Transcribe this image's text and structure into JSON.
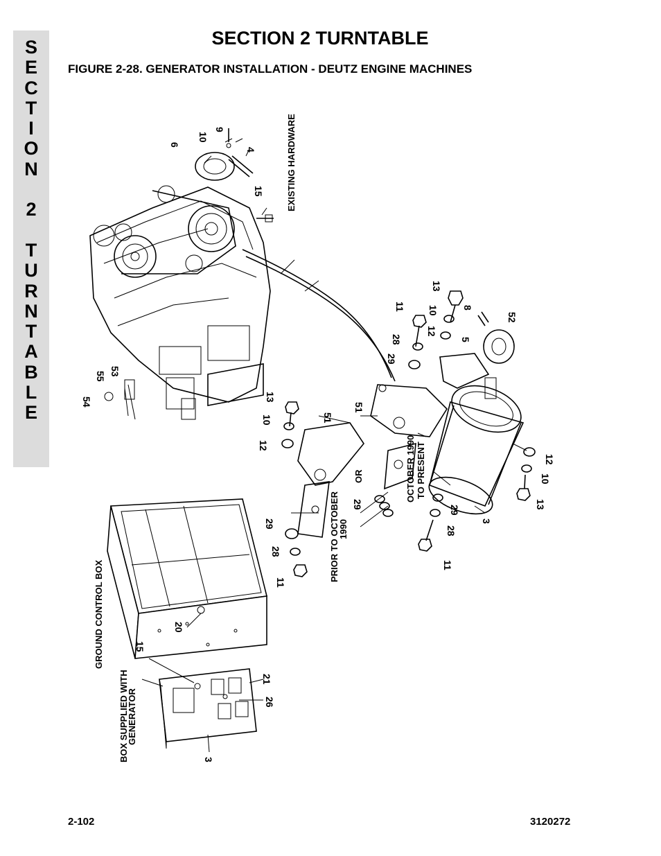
{
  "side_tab": {
    "letters": [
      "S",
      "E",
      "C",
      "T",
      "I",
      "O",
      "N",
      "",
      "2",
      "",
      "T",
      "U",
      "R",
      "N",
      "T",
      "A",
      "B",
      "L",
      "E"
    ]
  },
  "header": {
    "section_title": "SECTION 2  TURNTABLE",
    "figure_title": "FIGURE 2-28.  GENERATOR INSTALLATION - DEUTZ ENGINE MACHINES"
  },
  "diagram": {
    "labels": {
      "existing_hardware": "EXISTING HARDWARE",
      "ground_control_box": "GROUND CONTROL BOX",
      "box_supplied_line1": "BOX SUPPLIED WITH",
      "box_supplied_line2": "GENERATOR",
      "prior_line1": "PRIOR TO OCTOBER",
      "prior_line2": "1990",
      "october_line1": "OCTOBER 1990",
      "october_line2": "TO PRESENT",
      "or": "OR"
    },
    "callouts": {
      "c9": "9",
      "c10a": "10",
      "c6": "6",
      "c4": "4",
      "c15a": "15",
      "c13a": "13",
      "c8": "8",
      "c10b": "10",
      "c11a": "11",
      "c12a": "12",
      "c52": "52",
      "c28a": "28",
      "c5": "5",
      "c29a": "29",
      "c51a": "51",
      "c51b": "51",
      "c13b": "13",
      "c10c": "10",
      "c12b": "12",
      "c55": "55",
      "c53": "53",
      "c54": "54",
      "c12c": "12",
      "c10d": "10",
      "c13c": "13",
      "c3a": "3",
      "c29b": "29",
      "c28b": "28",
      "c11b": "11",
      "c29c": "29",
      "c29d": "29",
      "c28c": "28",
      "c11c": "11",
      "c20": "20",
      "c15b": "15",
      "c21": "21",
      "c26": "26",
      "c3b": "3"
    }
  },
  "footer": {
    "page_number": "2-102",
    "doc_number": "3120272"
  }
}
